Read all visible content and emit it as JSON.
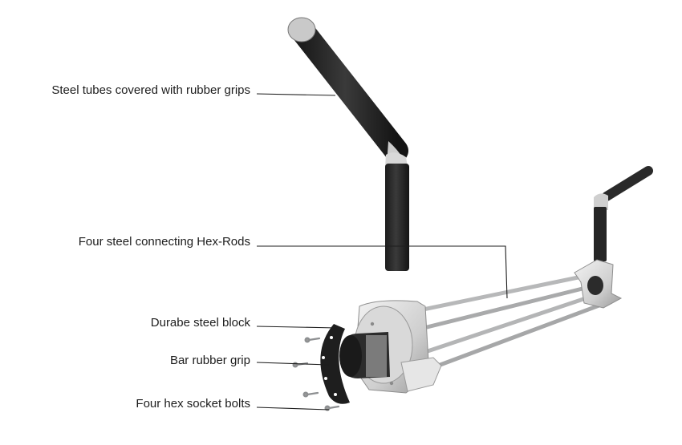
{
  "labels": {
    "steel_tubes": "Steel tubes covered with rubber grips",
    "hex_rods": "Four steel connecting Hex-Rods",
    "steel_block": "Durabe steel block",
    "bar_rubber_grip": "Bar rubber grip",
    "hex_bolts": "Four hex socket bolts"
  },
  "colors": {
    "rubber": "#2a2a2a",
    "steel": "#c9cacb",
    "steel_dark": "#8d8f91",
    "leader": "#1d1d1d",
    "text": "#1d1d1d"
  }
}
